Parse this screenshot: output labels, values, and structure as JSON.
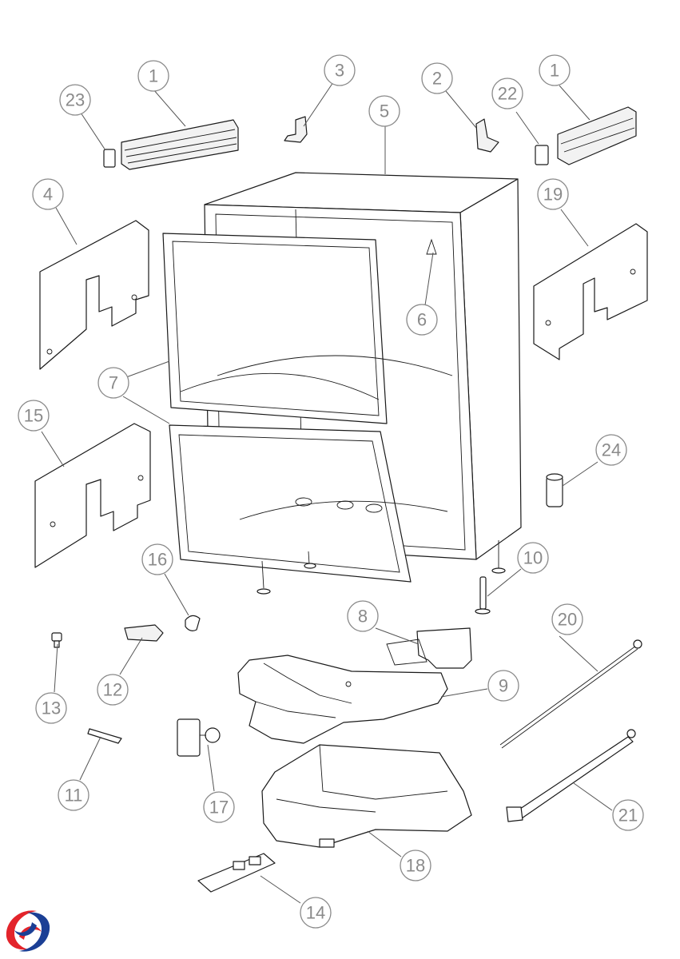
{
  "diagram": {
    "callouts": [
      "1",
      "23",
      "3",
      "2",
      "22",
      "1",
      "5",
      "4",
      "19",
      "6",
      "7",
      "15",
      "24",
      "16",
      "10",
      "8",
      "20",
      "13",
      "12",
      "9",
      "11",
      "17",
      "21",
      "18",
      "14"
    ]
  },
  "colors": {
    "line": "#1a1a1a",
    "callout": "#8a8a8a",
    "logo_red": "#e3242b",
    "logo_blue": "#1b3f95"
  },
  "logo": {
    "icon": "brand-logo-icon"
  }
}
